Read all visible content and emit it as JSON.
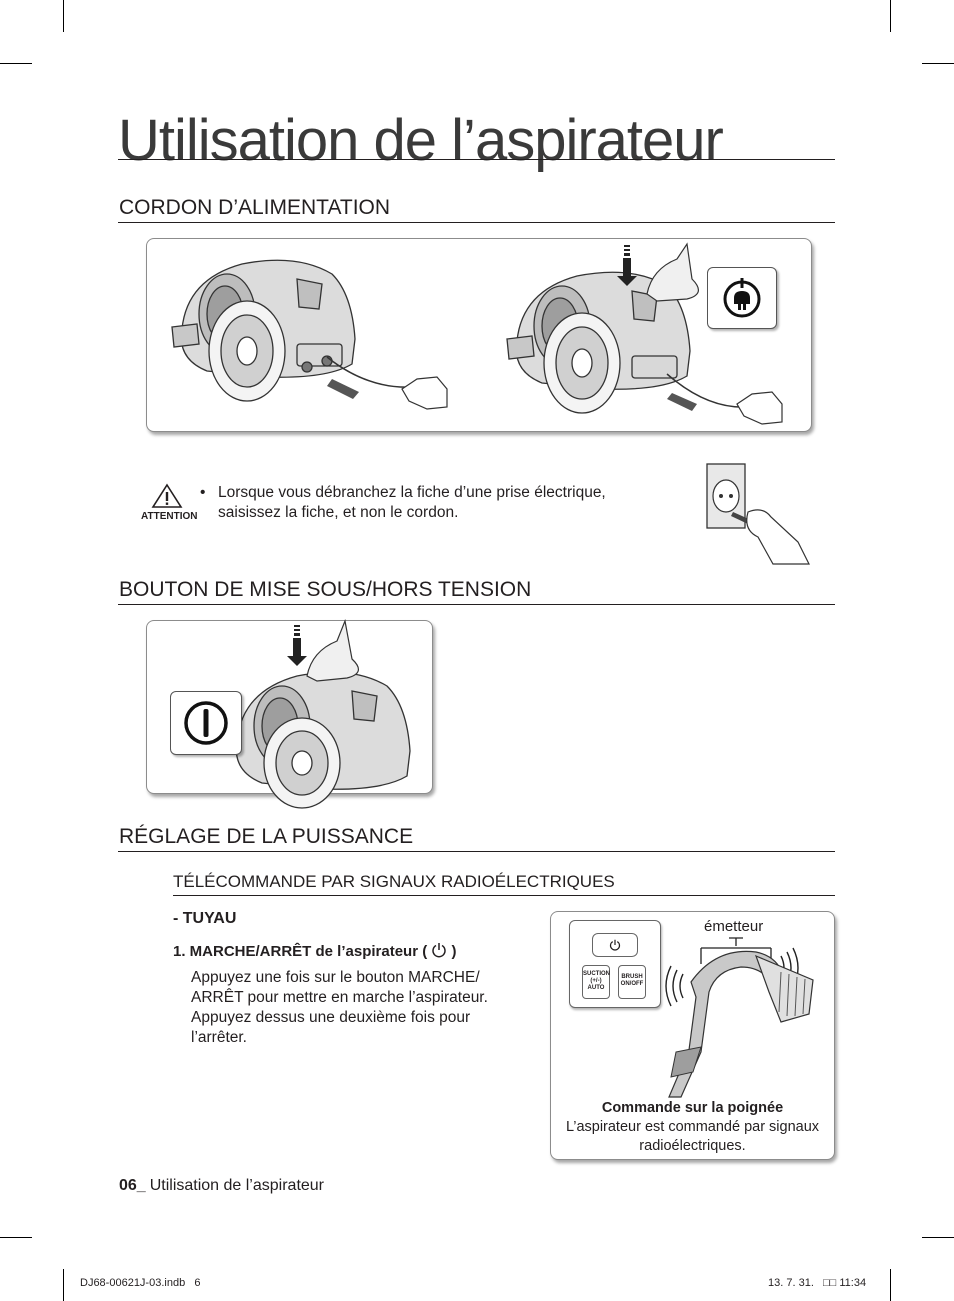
{
  "page": {
    "title": "Utilisation de l’aspirateur",
    "footer_page_number": "06_",
    "footer_section": "Utilisation de l’aspirateur",
    "print_file": "DJ68-00621J-03.indb   6",
    "print_date": "13. 7. 31.   □□ 11:34"
  },
  "section_cord": {
    "heading": "CORDON D’ALIMENTATION",
    "attention_label": "ATTENTION",
    "bullet": "•",
    "attention_text": "Lorsque vous débranchez la fiche d’une prise électrique, saisissez la fiche, et non le cordon.",
    "icons": [
      "vacuum-illustration",
      "cord-rewind-icon",
      "hand-plug-icon",
      "wall-socket-icon"
    ]
  },
  "section_power": {
    "heading": "BOUTON DE MISE SOUS/HORS TENSION",
    "icons": [
      "vacuum-illustration",
      "power-button-icon",
      "foot-icon"
    ]
  },
  "section_suction": {
    "heading": "RÉGLAGE DE LA PUISSANCE",
    "subheading": "TÉLÉCOMMANDE PAR SIGNAUX RADIOÉLECTRIQUES",
    "hose_label": "- TUYAU",
    "step_title_before": "1. MARCHE/ARRÊT de l’aspirateur ( ",
    "step_title_after": " )",
    "step_text": "Appuyez une fois sur le bouton MARCHE/ ARRÊT pour mettre en marche l’aspirateur. Appuyez dessus une deuxième fois pour l’arrêter.",
    "emitter_label": "émetteur",
    "remote_buttons": {
      "suction_line1": "SUCTION",
      "suction_line2": "(+/-)",
      "suction_line3": "AUTO",
      "brush_line1": "BRUSH",
      "brush_line2": "ON/OFF"
    },
    "caption_title": "Commande sur la poignée",
    "caption_text": "L’aspirateur est commandé par signaux radioélectriques."
  }
}
